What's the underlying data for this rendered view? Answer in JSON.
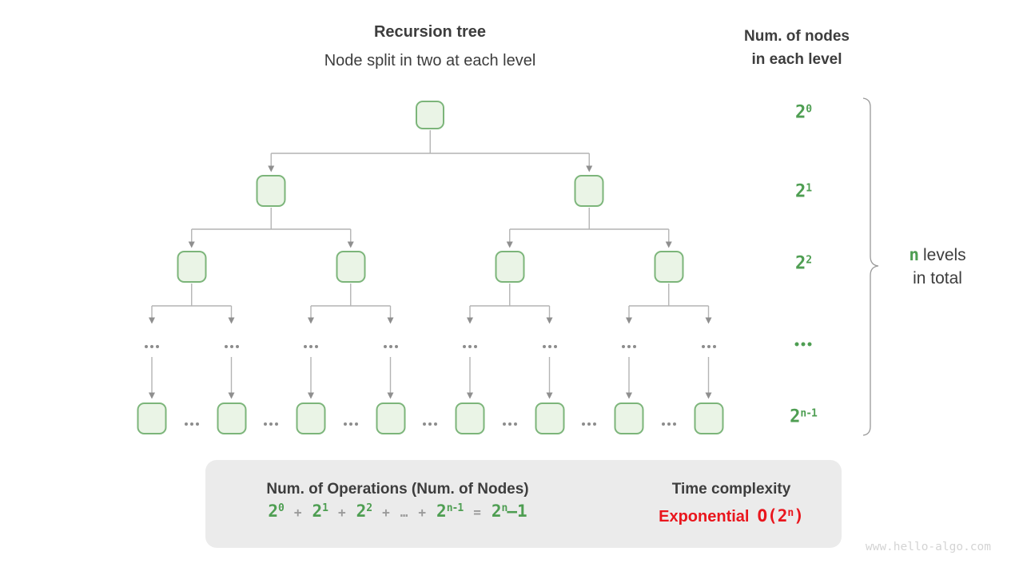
{
  "header": {
    "title": "Recursion tree",
    "subtitle": "Node split in two at each level"
  },
  "right_panel": {
    "title_line1": "Num. of nodes",
    "title_line2": "in each level",
    "level_labels": [
      {
        "base": "2",
        "sup": "0"
      },
      {
        "base": "2",
        "sup": "1"
      },
      {
        "base": "2",
        "sup": "2"
      },
      {
        "dots": "..."
      },
      {
        "base": "2",
        "sup": "n-1"
      }
    ],
    "brace_note": {
      "highlight": "n",
      "text1": "levels",
      "text2": "in total"
    }
  },
  "tree": {
    "levels": [
      {
        "kind": "nodes",
        "count": 1
      },
      {
        "kind": "nodes",
        "count": 2
      },
      {
        "kind": "nodes",
        "count": 4
      },
      {
        "kind": "dots",
        "count": 8
      },
      {
        "kind": "nodes",
        "count": 8,
        "gap_dots": 7
      }
    ],
    "dots_text": "..."
  },
  "summary": {
    "operations_title": "Num. of Operations (Num. of Nodes)",
    "formula_tokens": [
      {
        "text": "2",
        "sup": "0",
        "style": "green"
      },
      {
        "text": "+",
        "style": "gray"
      },
      {
        "text": "2",
        "sup": "1",
        "style": "green"
      },
      {
        "text": "+",
        "style": "gray"
      },
      {
        "text": "2",
        "sup": "2",
        "style": "green"
      },
      {
        "text": "+",
        "style": "gray"
      },
      {
        "text": "…",
        "style": "gray"
      },
      {
        "text": "+",
        "style": "gray"
      },
      {
        "text": "2",
        "sup": "n-1",
        "style": "green"
      },
      {
        "text": "=",
        "style": "gray"
      },
      {
        "text": "2",
        "sup": "n",
        "suffix": "–1",
        "style": "green"
      }
    ],
    "time_title": "Time complexity",
    "complexity_label": "Exponential",
    "complexity_value": {
      "pre": "O(2",
      "sup": "n",
      "post": ")"
    }
  },
  "watermark": "www.hello-algo.com",
  "colors": {
    "green_text": "#4e9e52",
    "node_fill": "#eaf4e6",
    "node_border": "#7cb57a",
    "red": "#e9161d",
    "dark": "#3d3d3d",
    "gray_operator": "#9a9a9a",
    "connector": "#b4b4b4",
    "box_bg": "#ebebeb"
  }
}
